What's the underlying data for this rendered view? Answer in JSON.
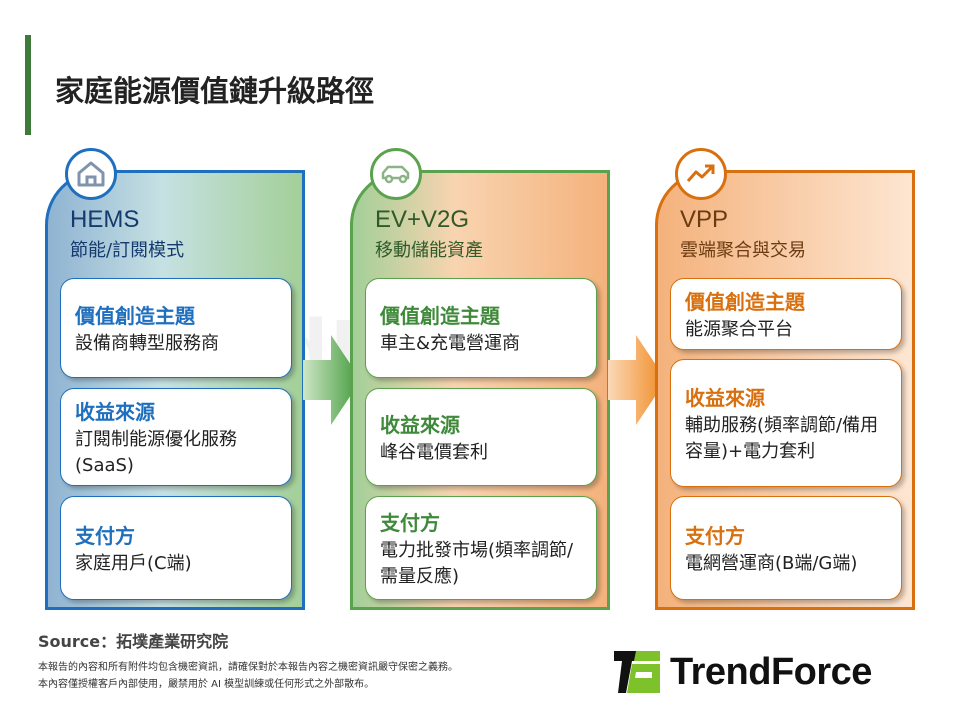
{
  "title": "家庭能源價值鏈升級路徑",
  "watermark": "TrendForce",
  "columns": [
    {
      "icon": "home-icon",
      "heading": "HEMS",
      "subheading": "節能/訂閱模式",
      "cards": [
        {
          "title": "價值創造主題",
          "body": "設備商轉型服務商"
        },
        {
          "title": "收益來源",
          "body": "訂閱制能源優化服務(SaaS)"
        },
        {
          "title": "支付方",
          "body": "家庭用戶(C端)"
        }
      ]
    },
    {
      "icon": "car-icon",
      "heading": "EV+V2G",
      "subheading": "移動儲能資產",
      "cards": [
        {
          "title": "價值創造主題",
          "body": "車主&充電營運商"
        },
        {
          "title": "收益來源",
          "body": "峰谷電價套利"
        },
        {
          "title": "支付方",
          "body": "電力批發市場(頻率調節/需量反應)"
        }
      ]
    },
    {
      "icon": "trend-up-icon",
      "heading": "VPP",
      "subheading": "雲端聚合與交易",
      "cards": [
        {
          "title": "價值創造主題",
          "body": "能源聚合平台"
        },
        {
          "title": "收益來源",
          "body": "輔助服務(頻率調節/備用容量)+電力套利"
        },
        {
          "title": "支付方",
          "body": "電網營運商(B端/G端)"
        }
      ]
    }
  ],
  "colors": {
    "hems": "#1f6fbf",
    "ev": "#5ba24e",
    "vpp": "#d8700f",
    "logo_green": "#7dc22b"
  },
  "footer": {
    "source": "Source：拓墣產業研究院",
    "disclaimer1": "本報告的內容和所有附件均包含機密資訊，請確保對於本報告內容之機密資訊嚴守保密之義務。",
    "disclaimer2": "本內容僅授權客戶內部使用，嚴禁用於 AI 模型訓練或任何形式之外部散布。"
  },
  "logo": "TrendForce"
}
